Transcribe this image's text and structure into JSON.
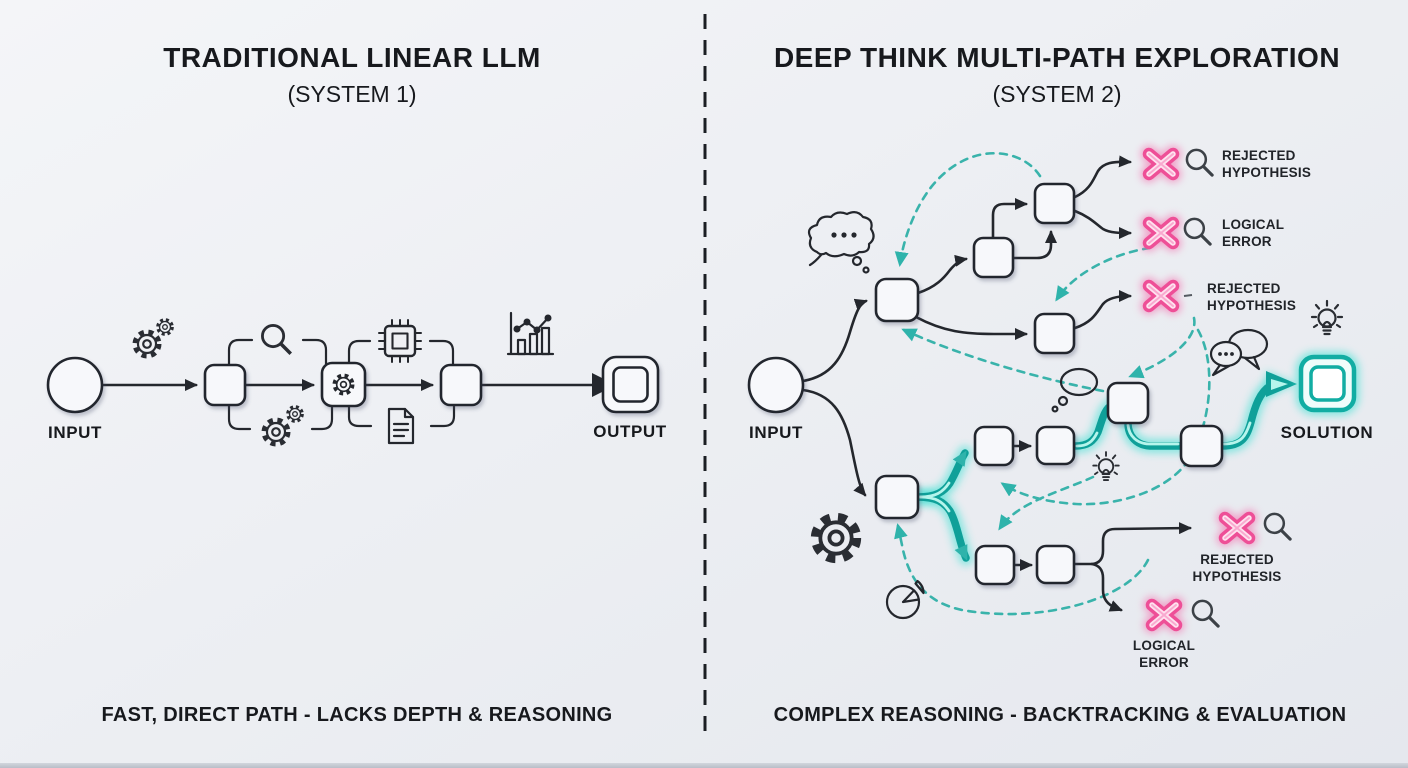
{
  "page": {
    "background": "#edeff3",
    "divider": "vertical-dashed-line"
  },
  "left_panel": {
    "title": "TRADITIONAL LINEAR LLM",
    "subtitle": "(SYSTEM 1)",
    "input_label": "INPUT",
    "output_label": "OUTPUT",
    "caption": "FAST, DIRECT PATH - LACKS DEPTH & REASONING",
    "icons": [
      "gears-icon",
      "magnifier-icon",
      "gears-icon",
      "chip-icon",
      "document-icon",
      "bar-chart-icon"
    ]
  },
  "right_panel": {
    "title": "DEEP THINK MULTI-PATH EXPLORATION",
    "subtitle": "(SYSTEM 2)",
    "input_label": "INPUT",
    "solution_label": "SOLUTION",
    "caption": "COMPLEX REASONING - BACKTRACKING & EVALUATION",
    "annotations": [
      {
        "id": "rejected-hypothesis-top",
        "label": "REJECTED\nHYPOTHESIS"
      },
      {
        "id": "logical-error-top",
        "label": "LOGICAL\nERROR"
      },
      {
        "id": "rejected-hypothesis-mid",
        "label": "REJECTED\nHYPOTHESIS"
      },
      {
        "id": "rejected-hypothesis-bottom",
        "label": "REJECTED\nHYPOTHESIS"
      },
      {
        "id": "logical-error-bottom",
        "label": "LOGICAL\nERROR"
      }
    ],
    "icons": [
      "thought-cloud-icon",
      "gear-icon",
      "pie-chart-icon",
      "thought-bubble-icon",
      "lightbulb-icon",
      "speech-bubbles-icon",
      "magnifier-icon",
      "x-mark-icon"
    ]
  },
  "colors": {
    "ink": "#24272d",
    "teal_glow_path": "#0fa099",
    "teal_dashed": "#39b3ab",
    "pink_x": "#ee4f97",
    "node_fill": "#f7f8fb"
  }
}
